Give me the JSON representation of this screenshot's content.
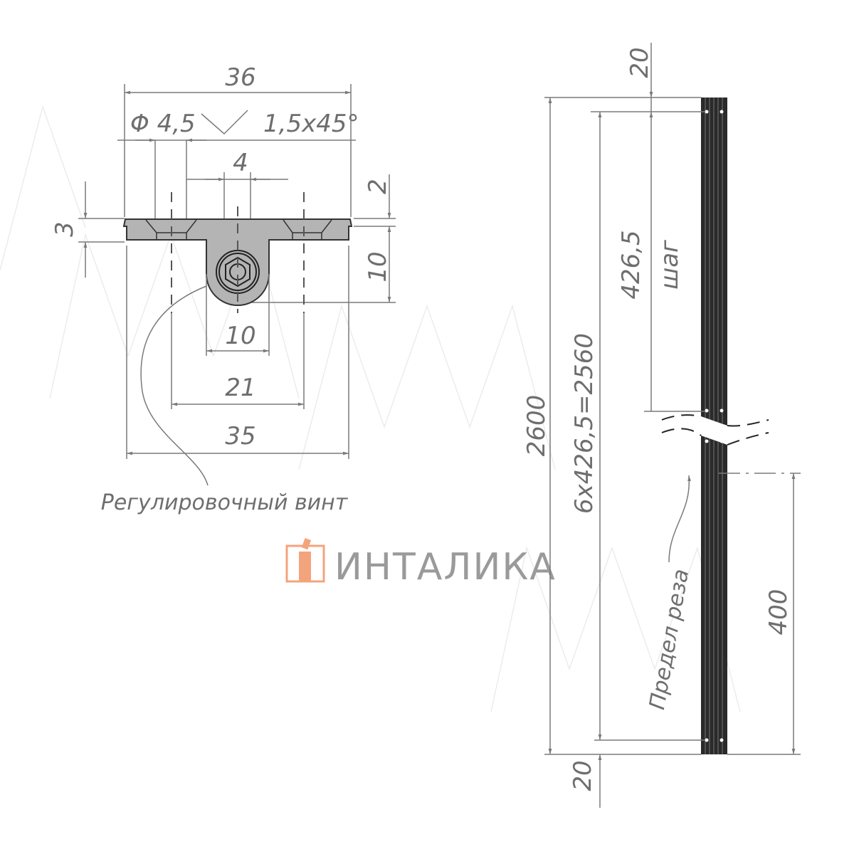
{
  "section_view": {
    "dims": {
      "overall_top": "36",
      "hole_diameter": "Φ 4,5",
      "chamfer": "1,5x45°",
      "center_gap": "4",
      "top_height": "2",
      "lug_height": "10",
      "plate_thickness": "3",
      "lug_width": "10",
      "hole_spacing": "21",
      "overall_bottom": "35"
    },
    "callout": "Регулировочный винт"
  },
  "logo": {
    "text": "ИНТАЛИКА",
    "accent_color": "#f4a47c"
  },
  "length_view": {
    "dims": {
      "total_length": "2600",
      "top_offset": "20",
      "pitch": "426,5",
      "pitch_label": "шаг",
      "pitch_total": "6x426,5=2560",
      "bottom_offset": "20",
      "cut_zone": "400"
    },
    "cut_limit": "Предел реза"
  }
}
